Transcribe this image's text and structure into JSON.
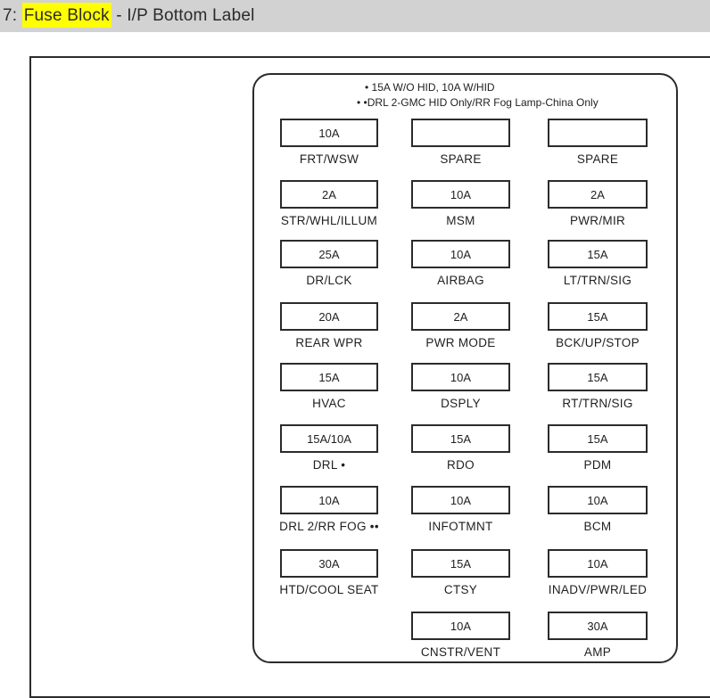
{
  "header": {
    "prefix": "7: ",
    "highlight": "Fuse Block",
    "suffix": " - I/P Bottom Label",
    "highlight_color": "#ffff00",
    "bar_color": "#d2d2d2"
  },
  "diagram": {
    "title": "Fuse Block - I/P Bottom Label",
    "notes": [
      "• 15A W/O HID, 10A W/HID",
      "• •DRL 2-GMC HID Only/RR Fog Lamp-China Only"
    ],
    "rows": [
      {
        "cells": [
          {
            "amp": "10A",
            "label": "FRT/WSW"
          },
          {
            "amp": "",
            "label": "SPARE"
          },
          {
            "amp": "",
            "label": "SPARE"
          }
        ]
      },
      {
        "cells": [
          {
            "amp": "2A",
            "label": "STR/WHL/ILLUM"
          },
          {
            "amp": "10A",
            "label": "MSM"
          },
          {
            "amp": "2A",
            "label": "PWR/MIR"
          }
        ]
      },
      {
        "cells": [
          {
            "amp": "25A",
            "label": "DR/LCK"
          },
          {
            "amp": "10A",
            "label": "AIRBAG"
          },
          {
            "amp": "15A",
            "label": "LT/TRN/SIG"
          }
        ]
      },
      {
        "cells": [
          {
            "amp": "20A",
            "label": "REAR WPR"
          },
          {
            "amp": "2A",
            "label": "PWR MODE"
          },
          {
            "amp": "15A",
            "label": "BCK/UP/STOP"
          }
        ]
      },
      {
        "cells": [
          {
            "amp": "15A",
            "label": "HVAC"
          },
          {
            "amp": "10A",
            "label": "DSPLY"
          },
          {
            "amp": "15A",
            "label": "RT/TRN/SIG"
          }
        ]
      },
      {
        "cells": [
          {
            "amp": "15A/10A",
            "label": "DRL •"
          },
          {
            "amp": "15A",
            "label": "RDO"
          },
          {
            "amp": "15A",
            "label": "PDM"
          }
        ]
      },
      {
        "cells": [
          {
            "amp": "10A",
            "label": "DRL 2/RR FOG ••"
          },
          {
            "amp": "10A",
            "label": "INFOTMNT"
          },
          {
            "amp": "10A",
            "label": "BCM"
          }
        ]
      },
      {
        "cells": [
          {
            "amp": "30A",
            "label": "HTD/COOL SEAT"
          },
          {
            "amp": "15A",
            "label": "CTSY"
          },
          {
            "amp": "10A",
            "label": "INADV/PWR/LED"
          }
        ]
      },
      {
        "cells": [
          null,
          {
            "amp": "10A",
            "label": "CNSTR/VENT"
          },
          {
            "amp": "30A",
            "label": "AMP"
          }
        ]
      }
    ]
  }
}
